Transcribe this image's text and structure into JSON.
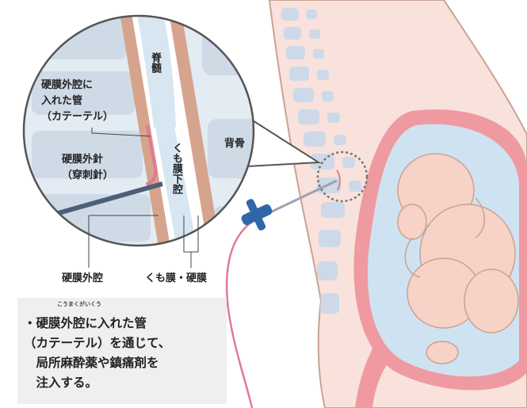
{
  "labels": {
    "sekizui": "脊髄",
    "catheter": "硬膜外腔に\n入れた管\n（カテーテル）",
    "needle": "硬膜外針\n（穿刺針）",
    "haikotsu": "背骨",
    "kumomaku_ka": "くも膜下腔",
    "komakugai": "硬膜外腔",
    "kumomaku_komaku": "くも膜・硬膜"
  },
  "note": {
    "ruby": "こうまくがいくう",
    "text": "・硬膜外腔に入れた管\n（カテーテル）を通じて、\n　局所麻酔薬や鎮痛剤を\n　注入する。"
  },
  "colors": {
    "skin_fill": "#f9e1dc",
    "skin_outline": "#c9a293",
    "uterus": "#ef9aa0",
    "amniotic": "#cfe2f2",
    "fetus": "#f6d3c6",
    "vertebra": "#cdd9e8",
    "dura": "#d6a48d",
    "spinal_cord": "#d8e6f2",
    "needle": "#4d5f78",
    "catheter": "#e07a95",
    "connector": "#2f68a8"
  }
}
